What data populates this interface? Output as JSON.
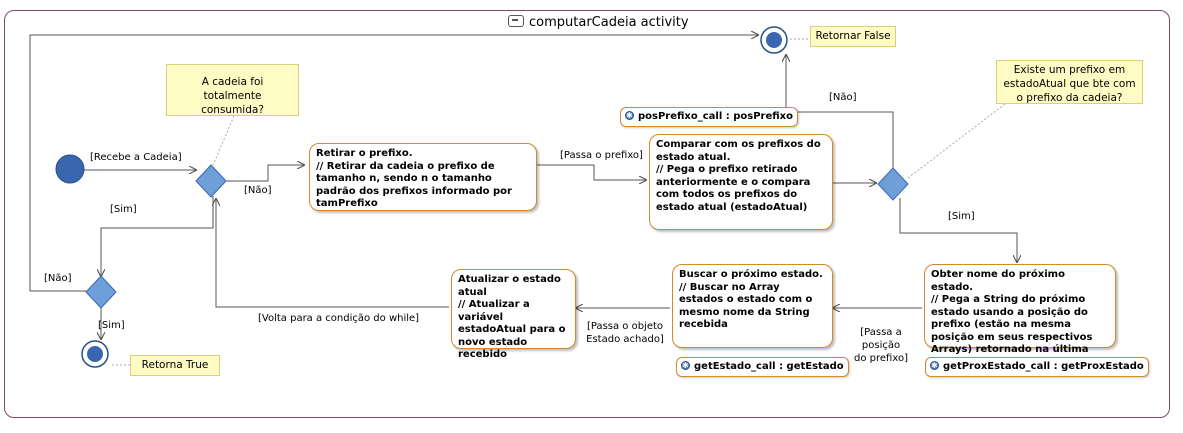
{
  "diagram": {
    "title": "computarCadeia activity",
    "notes": {
      "consumed": "A cadeia foi totalmente consumida?",
      "retornar_false": "Retornar False",
      "retorna_true": "Retorna True",
      "existe_prefixo": "Existe um prefixo em estadoAtual que bte com o prefixo da cadeia?"
    },
    "actions": {
      "retirar": "Retirar o prefixo.\n// Retirar da cadeia o prefixo de tamanho n, sendo n o tamanho padrão dos prefixos informado por tamPrefixo",
      "comparar": "Comparar com os prefixos do estado atual.\n// Pega o prefixo retirado anteriormente e o compara com todos os prefixos do estado atual (estadoAtual)",
      "obter": "Obter nome do próximo estado.\n// Pega a String do próximo estado usando a posição do prefixo (estão na mesma posição em seus respectivos Arrays) retornado na última ação",
      "buscar": "Buscar o próximo estado.\n// Buscar no Array estados o estado com o mesmo nome da String recebida",
      "atualizar": "Atualizar o estado atual\n// Atualizar a variável estadoAtual para o novo estado recebido"
    },
    "calls": {
      "pos_prefixo": "posPrefixo_call : posPrefixo",
      "get_estado": "getEstado_call : getEstado",
      "get_prox_estado": "getProxEstado_call : getProxEstado"
    },
    "edge_labels": {
      "recebe_cadeia": "[Recebe a Cadeia]",
      "nao_1": "[Não]",
      "sim_1": "[Sim]",
      "nao_2": "[Não]",
      "sim_2": "[Sim]",
      "passa_prefixo": "[Passa o prefixo]",
      "nao_3": "[Não]",
      "sim_3": "[Sim]",
      "passa_posicao": "[Passa a posição\ndo prefixo]",
      "passa_objeto": "[Passa o objeto\nEstado achado]",
      "volta_condicao": "[Volta para a condição do while]"
    },
    "colors": {
      "node_fill": "#3a66b0",
      "decision_fill": "#6f9fd8",
      "action_border": "#d08a2a",
      "note_fill": "#fffbc4",
      "frame_border": "#7a4a6e"
    }
  }
}
